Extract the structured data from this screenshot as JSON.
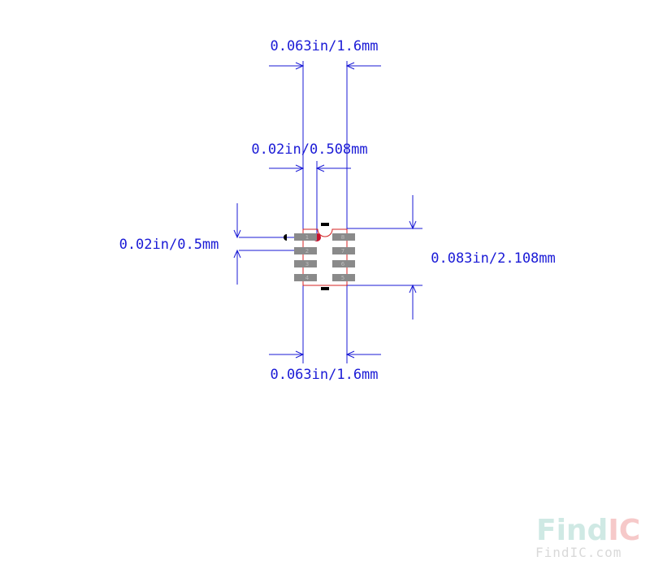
{
  "dimensions": {
    "top_width": "0.063in/1.6mm",
    "pin_pitch": "0.02in/0.508mm",
    "pad_spacing": "0.02in/0.5mm",
    "body_height": "0.083in/2.108mm",
    "bottom_width": "0.063in/1.6mm"
  },
  "pins": {
    "left": [
      "1",
      "2",
      "3",
      "4"
    ],
    "right": [
      "8",
      "7",
      "6",
      "5"
    ]
  },
  "watermark": {
    "brand_find": "Find",
    "brand_ic": "IC",
    "url": "FindIC.com"
  },
  "colors": {
    "dimension": "#1a1ad6",
    "outline": "#d42020",
    "pad": "#8a8a8a",
    "pin1_marker": "#c8102e",
    "watermark_find": "#cfe9e4",
    "watermark_ic": "#f6c9c9"
  }
}
